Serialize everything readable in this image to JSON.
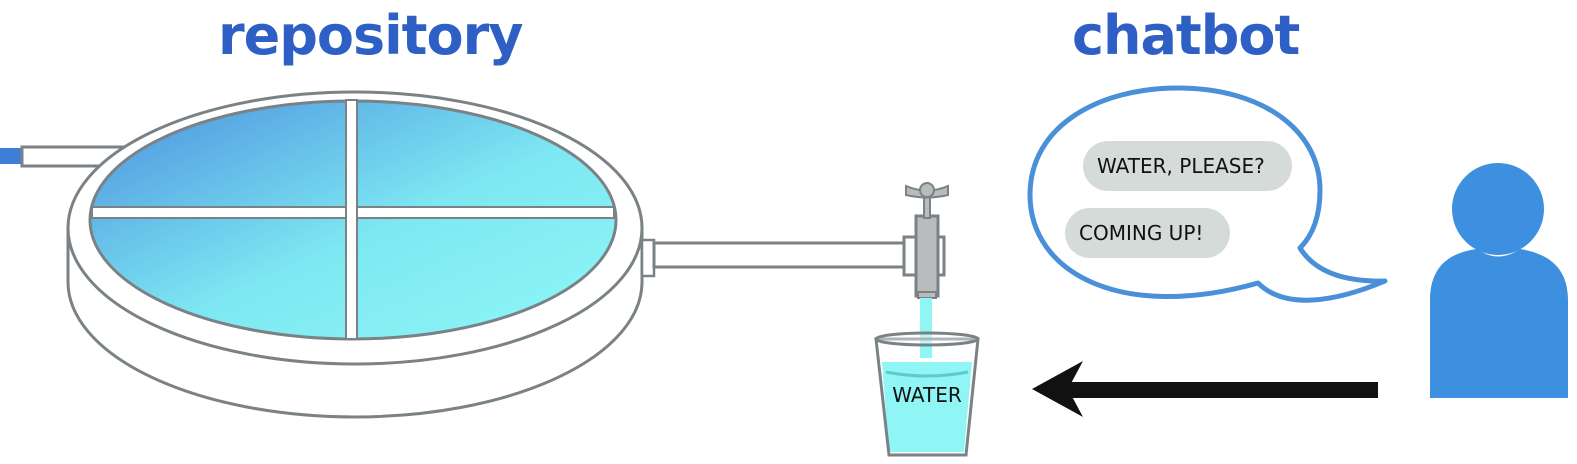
{
  "titles": {
    "repository": "repository",
    "chatbot": "chatbot"
  },
  "conversation": {
    "user_message": "WATER, PLEASE?",
    "bot_reply": "COMING UP!"
  },
  "glass": {
    "label": "WATER"
  },
  "colors": {
    "heading": "#2e5fc4",
    "person": "#3d8fe0",
    "bubble_outline": "#4a90d9",
    "message_bg": "#d5dbd9",
    "outline_gray": "#7a8285",
    "water_light": "#8ff5f5",
    "water_dark": "#4a8fde",
    "arrow": "#111111"
  }
}
